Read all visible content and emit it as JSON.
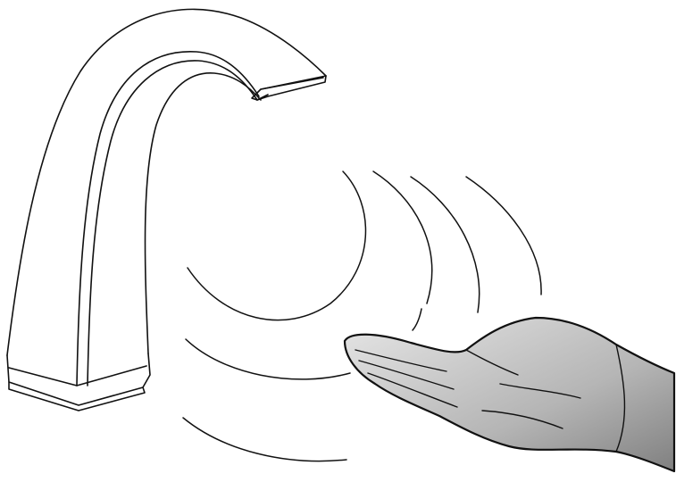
{
  "figure": {
    "background_color": "#ffffff",
    "line_color": "#111111",
    "skin_shade_color": "#9a9a9a",
    "elements": [
      {
        "name": "faucet",
        "icon": "faucet-icon"
      },
      {
        "name": "sensor-waves",
        "icon": "signal-waves-icon"
      },
      {
        "name": "hand",
        "icon": "open-hand-icon"
      }
    ]
  }
}
